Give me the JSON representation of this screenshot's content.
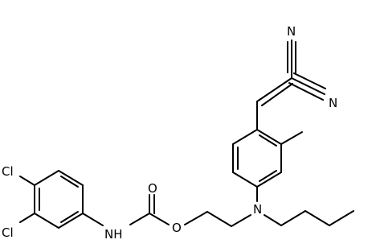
{
  "molecule": {
    "atoms": {
      "cl_top": "Cl",
      "cl_bottom": "Cl",
      "amide_nh": "NH",
      "carbonyl_o": "O",
      "ester_o": "O",
      "amine_n": "N",
      "nitrile_n_top": "N",
      "nitrile_n_right": "N"
    }
  }
}
